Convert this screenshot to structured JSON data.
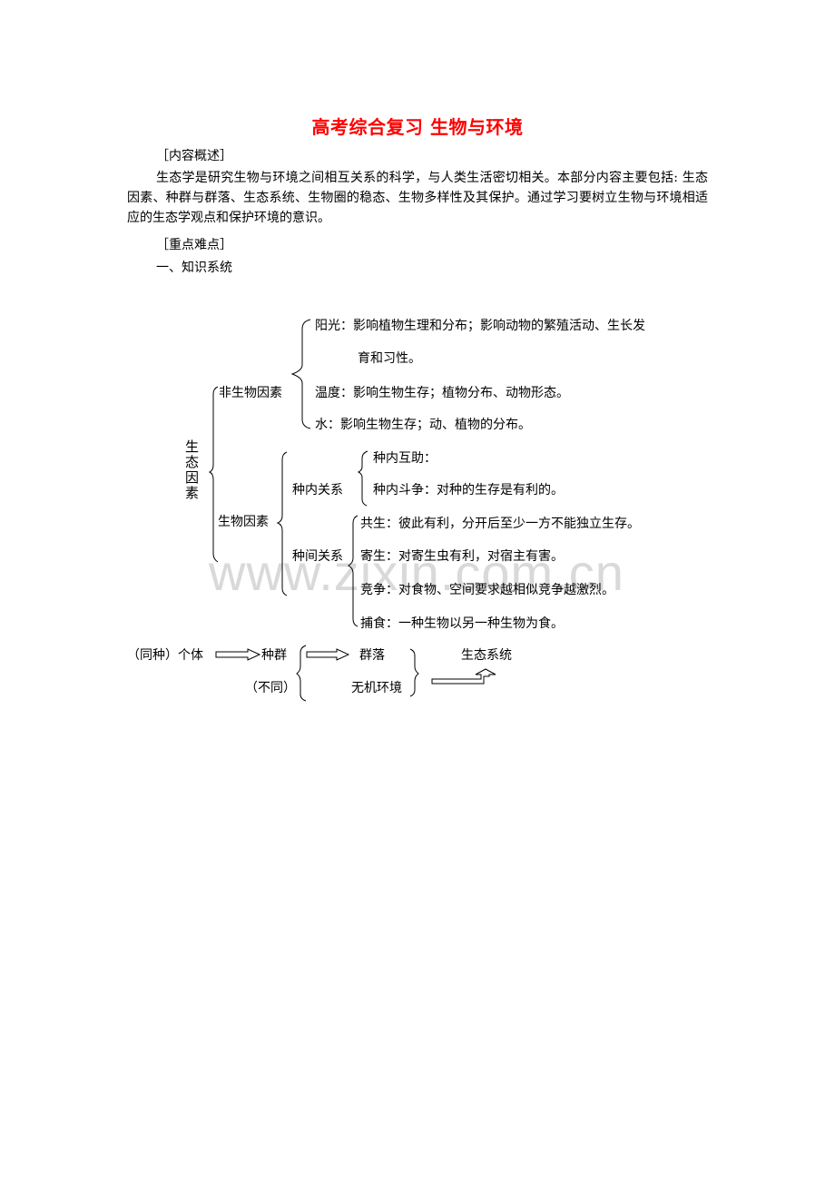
{
  "document": {
    "title": "高考综合复习 生物与环境",
    "title_color": "#ff0000",
    "section_overview": "［内容概述］",
    "overview_text": "生态学是研究生物与环境之间相互关系的科学，与人类生活密切相关。本部分内容主要包括: 生态因素、种群与群落、生态系统、生物圈的稳态、生物多样性及其保护。通过学习要树立生物与环境相适应的生态学观点和保护环境的意识。",
    "section_key_points": "［重点难点］",
    "subsection_1": "一、知识系统"
  },
  "diagram": {
    "root": "生态因素",
    "abiotic": {
      "label": "非生物因素",
      "items": [
        {
          "line1": "阳光：影响植物生理和分布；影响动物的繁殖活动、生长发",
          "line2": "育和习性。"
        },
        {
          "line1": "温度：影响生物生存；植物分布、动物形态。"
        },
        {
          "line1": "水：影响生物生存；动、植物的分布。"
        }
      ]
    },
    "biotic": {
      "label": "生物因素",
      "intraspecific": {
        "label": "种内关系",
        "items": [
          "种内互助：",
          "种内斗争：对种的生存是有利的。"
        ]
      },
      "interspecific": {
        "label": "种间关系",
        "items": [
          "共生：彼此有利，分开后至少一方不能独立生存。",
          "寄生：对寄生虫有利，对宿主有害。",
          "竞争：对食物、空间要求越相似竞争越激烈。",
          "捕食：一种生物以另一种生物为食。"
        ]
      }
    },
    "flow": {
      "same_species": "（同种）个体",
      "population": "种群",
      "different": "（不同）",
      "community": "群落",
      "abiotic_env": "无机环境",
      "ecosystem": "生态系统"
    }
  },
  "watermark": "www.zixin.com.cn"
}
